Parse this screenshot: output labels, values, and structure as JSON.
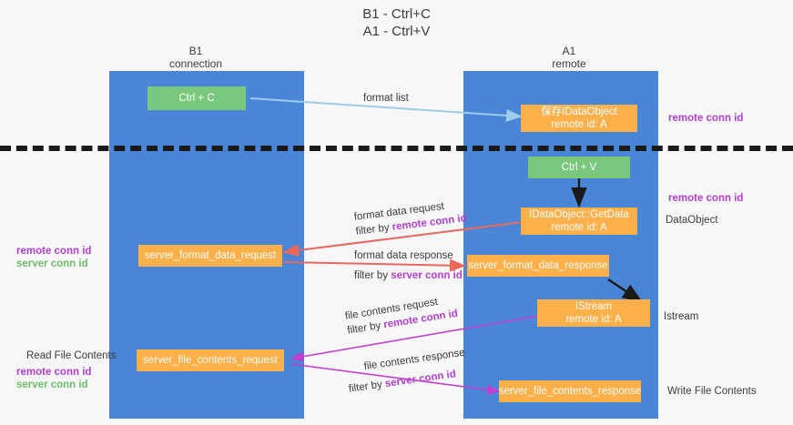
{
  "title": {
    "line1": "B1 - Ctrl+C",
    "line2": "A1 - Ctrl+V"
  },
  "columns": {
    "left": {
      "name": "B1",
      "role": "connection"
    },
    "right": {
      "name": "A1",
      "role": "remote"
    }
  },
  "colors": {
    "lane": "#4a86d8",
    "box_green": "#7ac87e",
    "box_orange": "#fbb04a",
    "accent_purple": "#b23fd0",
    "accent_green": "#6abf69",
    "arrow_blue": "#9ecbe8",
    "arrow_red": "#e8695c",
    "arrow_magenta": "#c43fd0",
    "arrow_black": "#1a1a1a",
    "background": "#f7f7f7",
    "divider": "#1a1a1a"
  },
  "sections": {
    "copy": {
      "left_box": "Ctrl + C",
      "arrow_label": "format list",
      "right_box_line1": "保存IDataObject",
      "right_box_line2": "remote id: A",
      "right_annotation": "remote conn id"
    },
    "paste": {
      "ctrl_v_box": "Ctrl + V",
      "getdata_box_line1": "IDataObject::GetData",
      "getdata_box_line2": "remote id: A",
      "getdata_annotation": "remote conn id",
      "getdata_side_label": "DataObject",
      "request_label_line1": "format data request",
      "request_label_line2_prefix": "filter by ",
      "request_label_line2_accent": "remote conn id",
      "left_request_box": "server_format_data_request",
      "left_annotation_purple": "remote conn id",
      "left_annotation_green": "server conn id",
      "response_label_line1": "format data response",
      "response_label_line2_prefix": "filter by ",
      "response_label_line2_accent": "server conn id",
      "right_response_box": "server_format_data_response"
    },
    "stream": {
      "istream_box_line1": "IStream",
      "istream_box_line2": "remote id: A",
      "istream_side_label": "Istream",
      "file_request_label_line1": "file contents request",
      "file_request_label_line2_prefix": "filter by ",
      "file_request_label_line2_accent": "remote conn id",
      "left_file_request_box": "server_file_contents_request",
      "left_label_read": "Read File Contents",
      "left_annotation_purple": "remote conn id",
      "left_annotation_green": "server conn id",
      "file_response_label_line1": "file contents response",
      "file_response_label_line2_prefix": "filter by ",
      "file_response_label_line2_accent": "server conn id",
      "right_file_response_box": "server_file_contents_response",
      "right_side_label_write": "Write File Contents"
    }
  }
}
